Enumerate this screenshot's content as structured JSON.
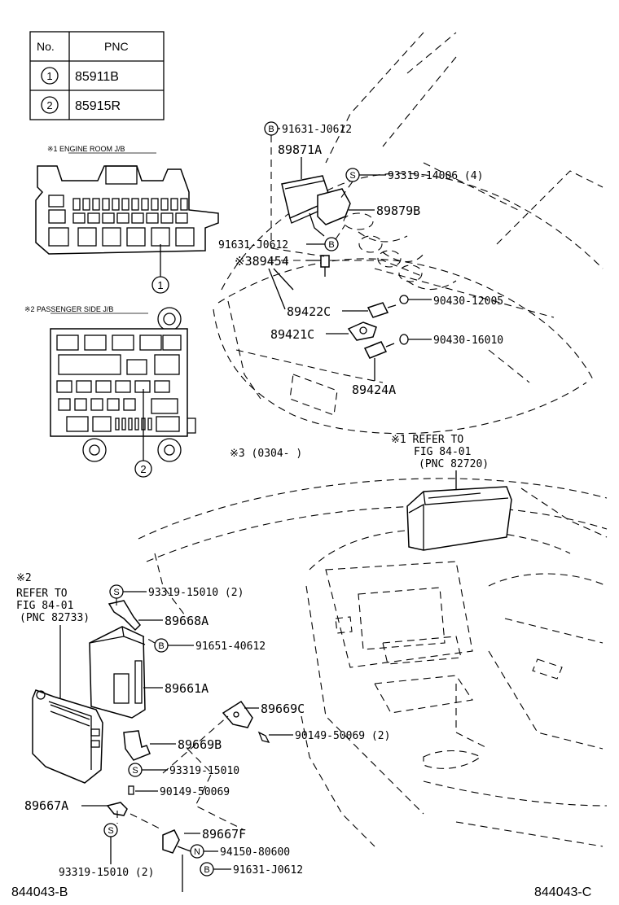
{
  "pnc_table": {
    "header_no": "No.",
    "header_pnc": "PNC",
    "rows": [
      {
        "no": "1",
        "pnc": "85911B"
      },
      {
        "no": "2",
        "pnc": "85915R"
      }
    ]
  },
  "notes": {
    "engine_room": "※1 ENGINE ROOM J/B",
    "passenger_side": "※2 PASSENGER SIDE J/B",
    "period": "※3 (0304-      )",
    "refer1": [
      "※1 REFER TO",
      "FIG 84-01",
      "(PNC 82720)"
    ],
    "refer2": [
      "※2",
      "REFER TO",
      "FIG 84-01",
      "(PNC 82733)"
    ]
  },
  "callouts": {
    "c1": "1",
    "c2": "2"
  },
  "symbols": {
    "b": "B",
    "s": "S",
    "n": "N"
  },
  "parts": {
    "p91631_top": "91631-J0612",
    "p89871A": "89871A",
    "p93319_14006": "93319-14006 (4)",
    "p89879B": "89879B",
    "p91631_mid": "91631-J0612",
    "p89454": "※389454",
    "p89422C": "89422C",
    "p90430_12005": "90430-12005",
    "p89421C": "89421C",
    "p90430_16010": "90430-16010",
    "p89424A": "89424A",
    "p93319_15010_2": "93319-15010 (2)",
    "p89668A": "89668A",
    "p91651_40612": "91651-40612",
    "p89661A": "89661A",
    "p89669C": "89669C",
    "p90149_50069_2": "90149-50069 (2)",
    "p89669B": "89669B",
    "p93319_15010": "93319-15010",
    "p90149_50069": "90149-50069",
    "p89667A": "89667A",
    "p89667F": "89667F",
    "p94150_80600": "94150-80600",
    "p93319_15010_2b": "93319-15010 (2)",
    "p91631_bot": "91631-J0612"
  },
  "footer": {
    "left_code": "844043-B",
    "right_code": "844043-C"
  }
}
